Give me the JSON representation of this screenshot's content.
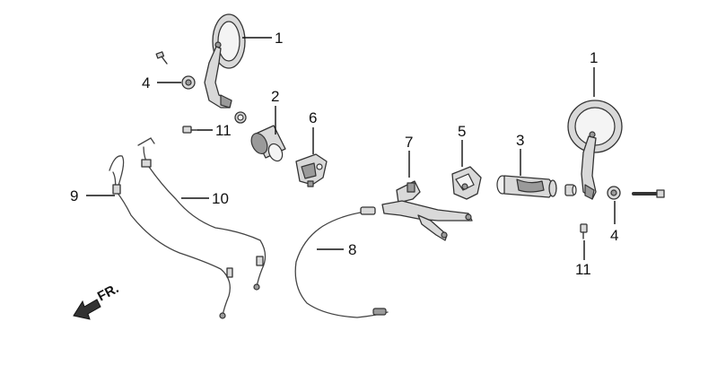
{
  "callouts": {
    "c1_left": "1",
    "c1_right": "1",
    "c2": "2",
    "c3": "3",
    "c4_left": "4",
    "c4_right": "4",
    "c5": "5",
    "c6": "6",
    "c7": "7",
    "c8": "8",
    "c9": "9",
    "c10": "10",
    "c11_left": "11",
    "c11_right": "11"
  },
  "direction_label": "FR.",
  "icons": {
    "direction": "front-direction-arrow-icon"
  }
}
